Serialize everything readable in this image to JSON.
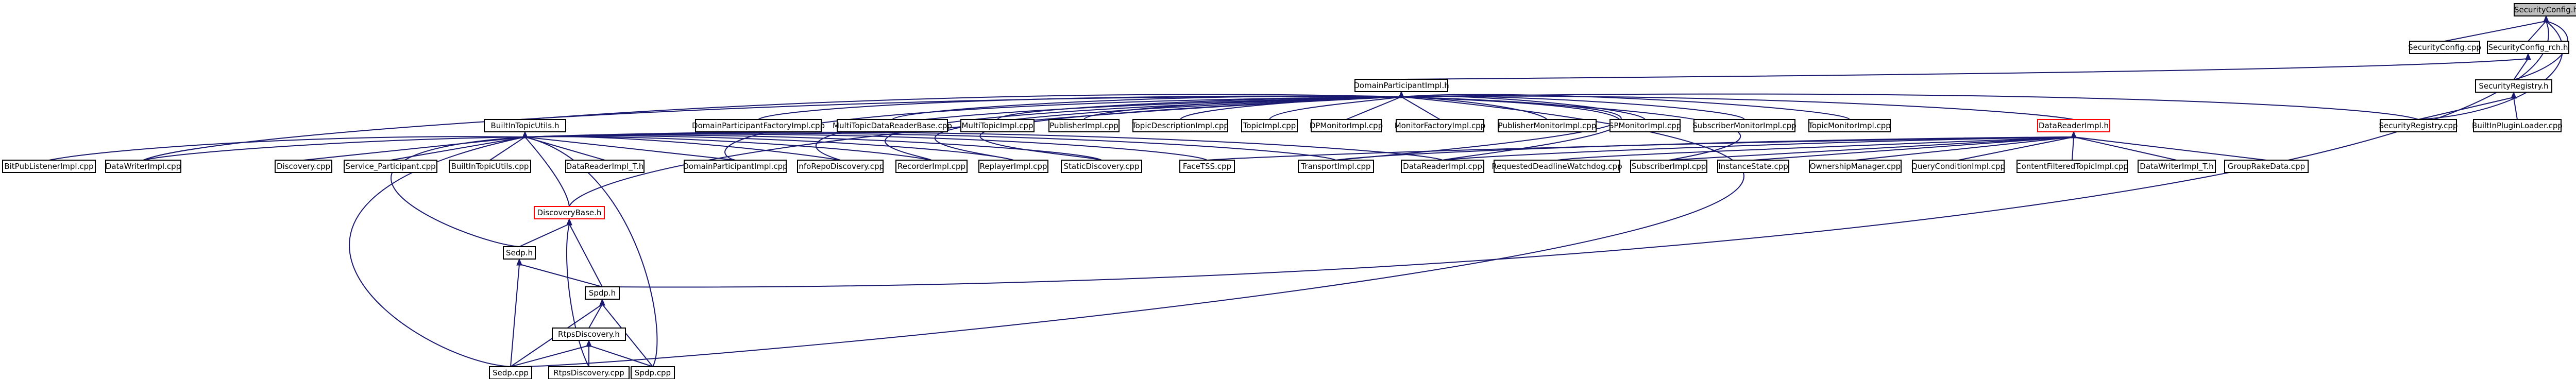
{
  "graph": {
    "colors": {
      "edge": "#191970",
      "node_border": "#000000",
      "root_fill": "#bfbfbf",
      "incomplete_border": "#ff0000",
      "background": "#ffffff"
    },
    "nodes": [
      {
        "id": "securityconfig_h",
        "label": "SecurityConfig.h",
        "root": true
      },
      {
        "id": "securityconfig_cpp",
        "label": "SecurityConfig.cpp"
      },
      {
        "id": "securityconfig_rch_h",
        "label": "SecurityConfig_rch.h"
      },
      {
        "id": "domainparticipantimpl_h",
        "label": "DomainParticipantImpl.h"
      },
      {
        "id": "securityregistry_h",
        "label": "SecurityRegistry.h"
      },
      {
        "id": "securityregistry_cpp",
        "label": "SecurityRegistry.cpp"
      },
      {
        "id": "builtinpluginloader_cpp",
        "label": "BuiltInPluginLoader.cpp"
      },
      {
        "id": "builtintopicutils_h",
        "label": "BuiltInTopicUtils.h"
      },
      {
        "id": "domainparticipantfactoryimpl_cpp",
        "label": "DomainParticipantFactoryImpl.cpp"
      },
      {
        "id": "multitopicdatareaderbase_cpp",
        "label": "MultiTopicDataReaderBase.cpp"
      },
      {
        "id": "multitopicimpl_cpp",
        "label": "MultiTopicImpl.cpp"
      },
      {
        "id": "publisherimpl_cpp",
        "label": "PublisherImpl.cpp"
      },
      {
        "id": "topicdescriptionimpl_cpp",
        "label": "TopicDescriptionImpl.cpp"
      },
      {
        "id": "topicimpl_cpp",
        "label": "TopicImpl.cpp"
      },
      {
        "id": "dpmonitorimpl_cpp",
        "label": "DPMonitorImpl.cpp"
      },
      {
        "id": "monitorfactoryimpl_cpp",
        "label": "MonitorFactoryImpl.cpp"
      },
      {
        "id": "publishermonitorimpl_cpp",
        "label": "PublisherMonitorImpl.cpp"
      },
      {
        "id": "spmonitorimpl_cpp",
        "label": "SPMonitorImpl.cpp"
      },
      {
        "id": "subscribermonitorimpl_cpp",
        "label": "SubscriberMonitorImpl.cpp"
      },
      {
        "id": "topicmonitorimpl_cpp",
        "label": "TopicMonitorImpl.cpp"
      },
      {
        "id": "datareaderimpl_h",
        "label": "DataReaderImpl.h",
        "incomplete": true
      },
      {
        "id": "bitpublistenerimpl_cpp",
        "label": "BitPubListenerImpl.cpp"
      },
      {
        "id": "datawriterimpl_cpp",
        "label": "DataWriterImpl.cpp"
      },
      {
        "id": "discovery_cpp",
        "label": "Discovery.cpp"
      },
      {
        "id": "service_participant_cpp",
        "label": "Service_Participant.cpp"
      },
      {
        "id": "builtintopicutils_cpp",
        "label": "BuiltInTopicUtils.cpp"
      },
      {
        "id": "datareaderimpl_t_h",
        "label": "DataReaderImpl_T.h"
      },
      {
        "id": "domainparticipantimpl_cpp",
        "label": "DomainParticipantImpl.cpp"
      },
      {
        "id": "inforepodiscovery_cpp",
        "label": "InfoRepoDiscovery.cpp"
      },
      {
        "id": "recorderimpl_cpp",
        "label": "RecorderImpl.cpp"
      },
      {
        "id": "replayerimpl_cpp",
        "label": "ReplayerImpl.cpp"
      },
      {
        "id": "staticdiscovery_cpp",
        "label": "StaticDiscovery.cpp"
      },
      {
        "id": "facetss_cpp",
        "label": "FaceTSS.cpp"
      },
      {
        "id": "transportimpl_cpp",
        "label": "TransportImpl.cpp"
      },
      {
        "id": "datareaderimpl_cpp",
        "label": "DataReaderImpl.cpp"
      },
      {
        "id": "requesteddeadlinewatchdog_cpp",
        "label": "RequestedDeadlineWatchdog.cpp"
      },
      {
        "id": "subscriberimpl_cpp",
        "label": "SubscriberImpl.cpp"
      },
      {
        "id": "instancestate_cpp",
        "label": "InstanceState.cpp"
      },
      {
        "id": "ownershipmanager_cpp",
        "label": "OwnershipManager.cpp"
      },
      {
        "id": "queryconditionimpl_cpp",
        "label": "QueryConditionImpl.cpp"
      },
      {
        "id": "contentfilteredtopicimpl_cpp",
        "label": "ContentFilteredTopicImpl.cpp"
      },
      {
        "id": "datawriterimpl_t_h",
        "label": "DataWriterImpl_T.h"
      },
      {
        "id": "groupreakedata_cpp",
        "label": "GroupRakeData.cpp"
      },
      {
        "id": "discoverybase_h",
        "label": "DiscoveryBase.h",
        "incomplete": true
      },
      {
        "id": "sedp_h",
        "label": "Sedp.h"
      },
      {
        "id": "spdp_h",
        "label": "Spdp.h"
      },
      {
        "id": "rtpsdiscovery_h",
        "label": "RtpsDiscovery.h"
      },
      {
        "id": "sedp_cpp",
        "label": "Sedp.cpp"
      },
      {
        "id": "rtpsdiscovery_cpp",
        "label": "RtpsDiscovery.cpp"
      },
      {
        "id": "spdp_cpp",
        "label": "Spdp.cpp"
      }
    ]
  }
}
